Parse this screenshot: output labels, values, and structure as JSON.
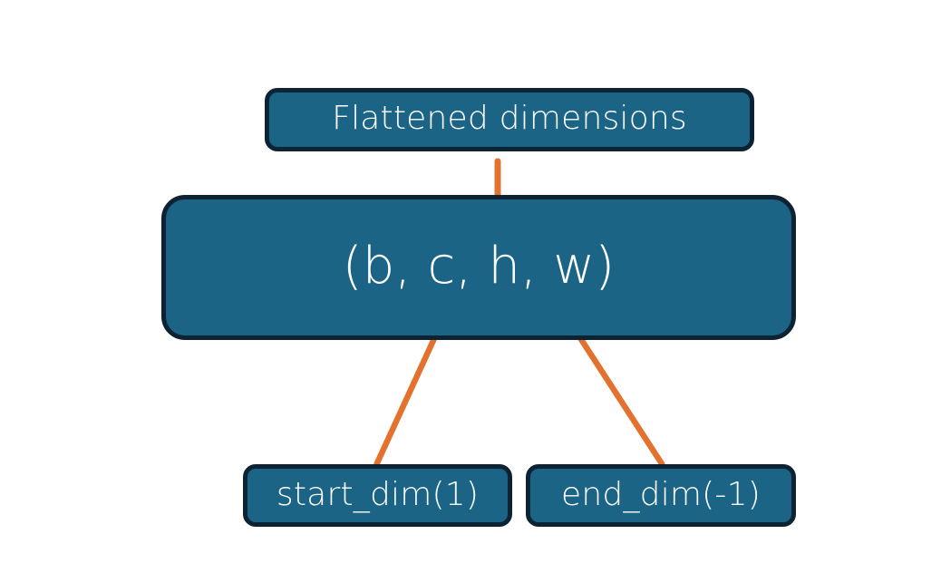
{
  "diagram": {
    "title_box": {
      "label": "Flattened dimensions",
      "name": "flattened-dimensions-box"
    },
    "tensor_shape_box": {
      "label": "(b, c, h, w)",
      "name": "tensor-shape-box",
      "dims": [
        "b",
        "c",
        "h",
        "w"
      ]
    },
    "params": [
      {
        "label": "start_dim(1)",
        "name": "start-dim-box",
        "value": 1
      },
      {
        "label": "end_dim(-1)",
        "name": "end-dim-box",
        "value": -1
      }
    ],
    "connectors": {
      "brace_label": "flatten-range-brace",
      "start_arrow_label": "start-dim-arrow",
      "end_arrow_label": "end-dim-arrow"
    },
    "colors": {
      "box_fill": "#1C6485",
      "box_border": "#0D2333",
      "text": "#FFFFFF",
      "accent": "#E2722E",
      "background": "#FFFFFF"
    }
  }
}
